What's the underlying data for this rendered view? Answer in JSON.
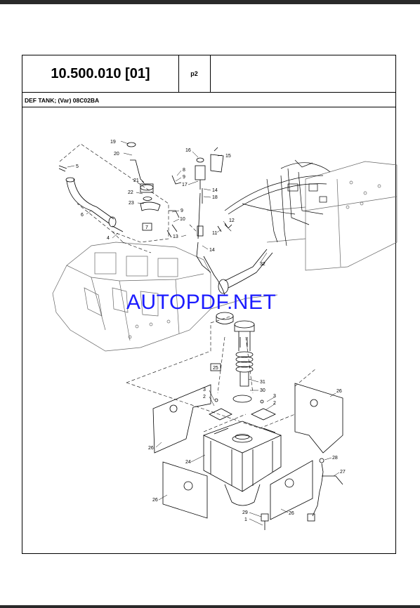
{
  "header": {
    "section_code": "10.500.010 [01]",
    "page_label": "p2"
  },
  "title": "DEF TANK; (Var) 08C02BA",
  "watermark": "AUTOPDF.NET",
  "callouts": [
    {
      "n": "19"
    },
    {
      "n": "20"
    },
    {
      "n": "5"
    },
    {
      "n": "16"
    },
    {
      "n": "15"
    },
    {
      "n": "8"
    },
    {
      "n": "9"
    },
    {
      "n": "17"
    },
    {
      "n": "21"
    },
    {
      "n": "22"
    },
    {
      "n": "23"
    },
    {
      "n": "14"
    },
    {
      "n": "18"
    },
    {
      "n": "9"
    },
    {
      "n": "6"
    },
    {
      "n": "7"
    },
    {
      "n": "10"
    },
    {
      "n": "12"
    },
    {
      "n": "11"
    },
    {
      "n": "4"
    },
    {
      "n": "13"
    },
    {
      "n": "14"
    },
    {
      "n": "32"
    },
    {
      "n": "25"
    },
    {
      "n": "31"
    },
    {
      "n": "30"
    },
    {
      "n": "3"
    },
    {
      "n": "2"
    },
    {
      "n": "3"
    },
    {
      "n": "2"
    },
    {
      "n": "26"
    },
    {
      "n": "26"
    },
    {
      "n": "24"
    },
    {
      "n": "28"
    },
    {
      "n": "27"
    },
    {
      "n": "26"
    },
    {
      "n": "29"
    },
    {
      "n": "1"
    },
    {
      "n": "26"
    }
  ]
}
